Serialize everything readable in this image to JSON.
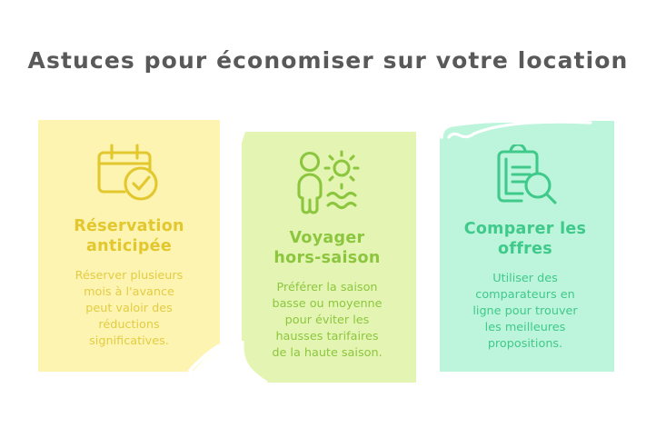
{
  "page": {
    "title": "Astuces pour économiser sur votre location",
    "background_color": "#ffffff",
    "title_color": "#595959"
  },
  "cards": [
    {
      "id": "reservation-anticipee",
      "icon_name": "calendar-check-icon",
      "card_color": "#fcf4b0",
      "accent_color": "#e3c72e",
      "title_line_1": "Réservation",
      "title_line_2": "anticipée",
      "body_lines": [
        "Réserver plusieurs",
        "mois à l'avance",
        "peut valoir des",
        "réductions",
        "significatives."
      ]
    },
    {
      "id": "voyager-hors-saison",
      "icon_name": "person-sun-waves-icon",
      "card_color": "#e4f5b3",
      "accent_color": "#8cc63f",
      "title_line_1": "Voyager",
      "title_line_2": "hors-saison",
      "body_lines": [
        "Préférer la saison",
        "basse ou moyenne",
        "pour éviter les",
        "hausses tarifaires",
        "de la haute saison."
      ]
    },
    {
      "id": "comparer-les-offres",
      "icon_name": "clipboard-search-icon",
      "card_color": "#bdf5dc",
      "accent_color": "#3fc98a",
      "title_line_1": "Comparer les",
      "title_line_2": "offres",
      "body_lines": [
        "Utiliser des",
        "comparateurs en",
        "ligne pour trouver",
        "les meilleures",
        "propositions."
      ]
    }
  ]
}
